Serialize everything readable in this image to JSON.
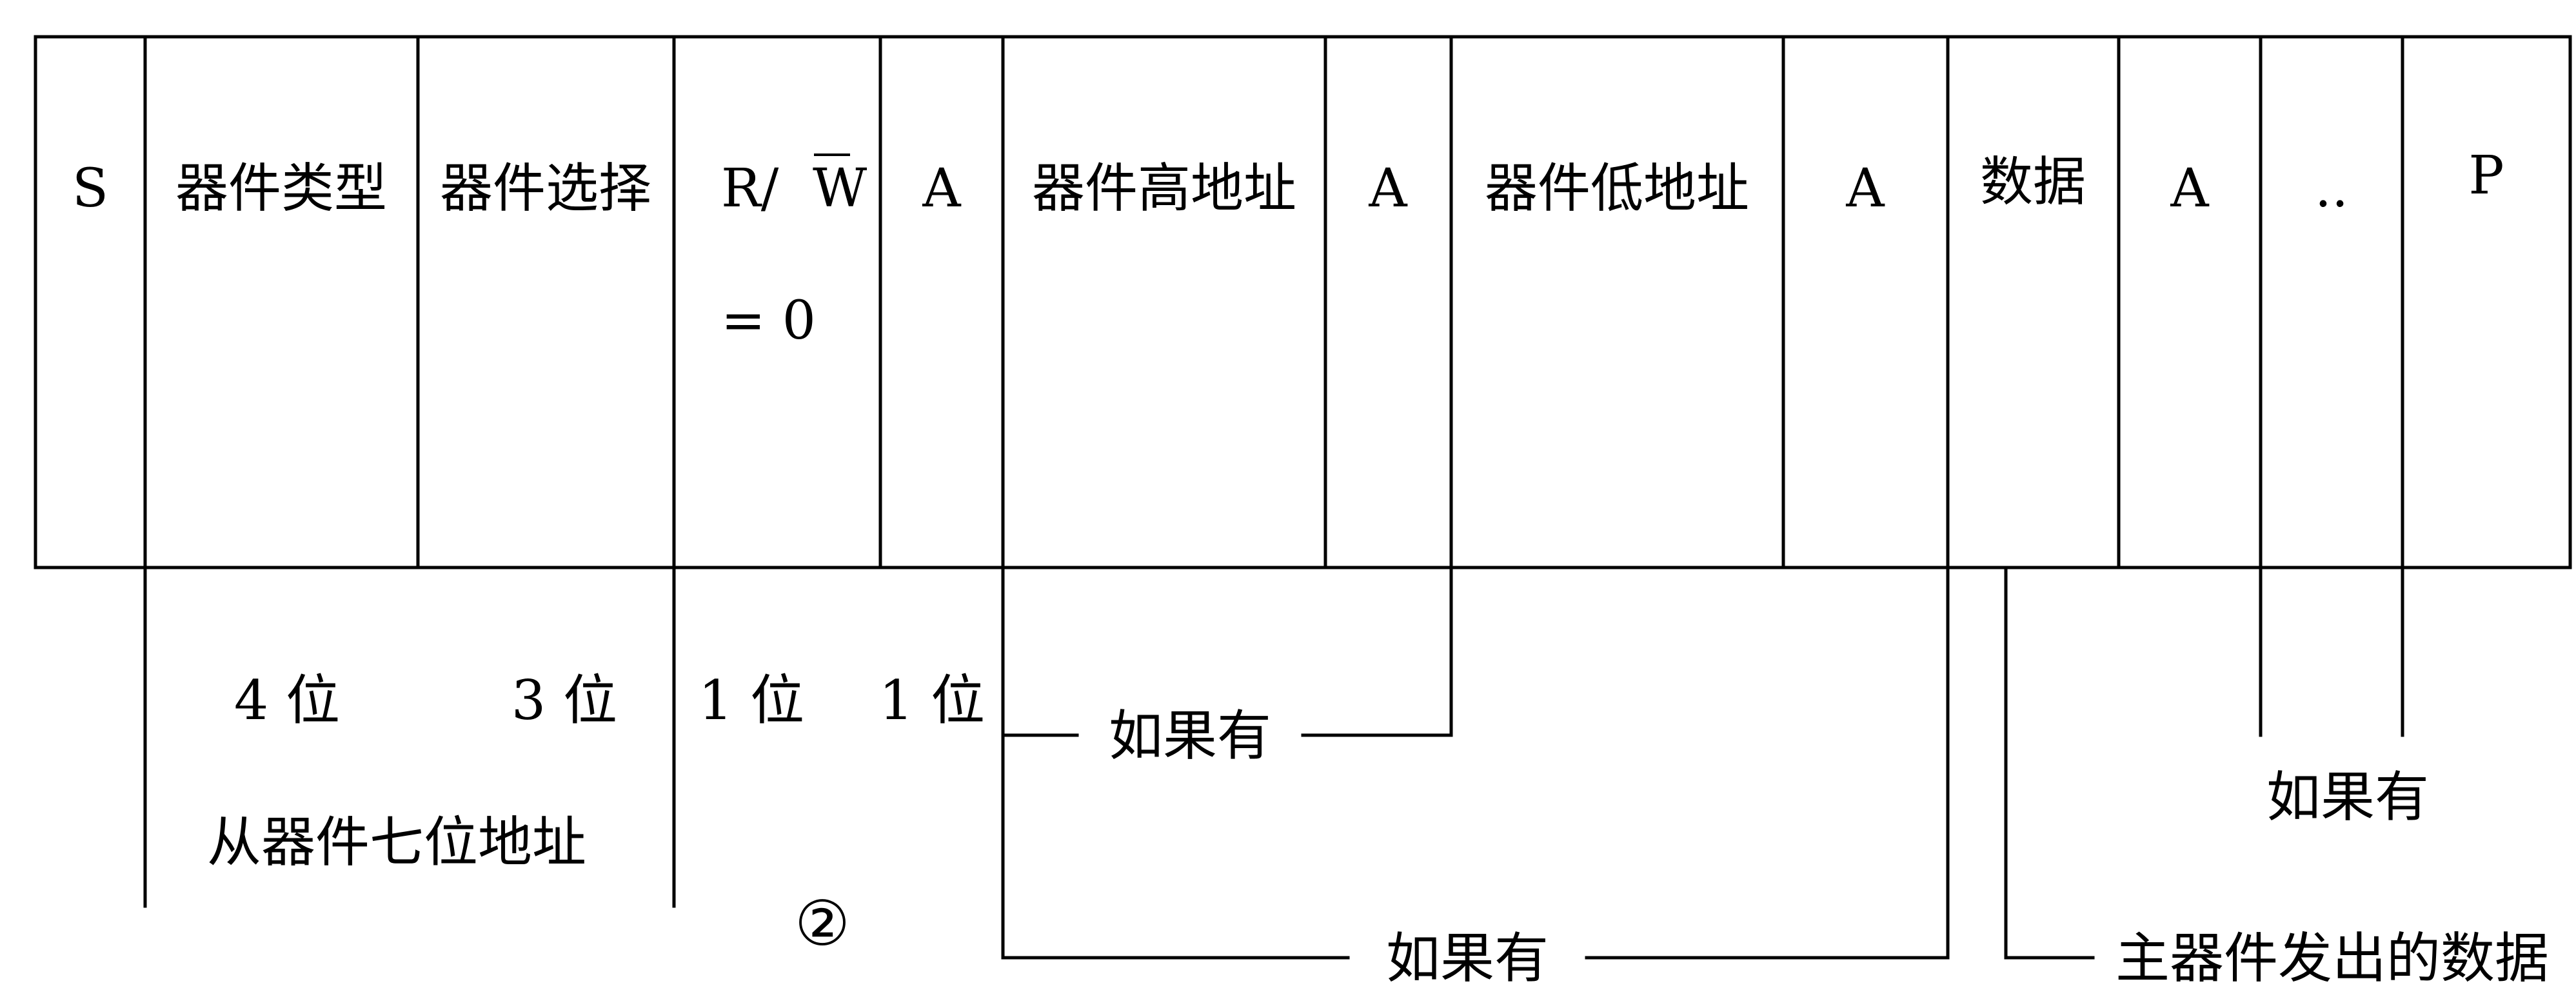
{
  "frame": {
    "cells": [
      {
        "id": "start",
        "text": "S"
      },
      {
        "id": "device-type",
        "text": "器件类型"
      },
      {
        "id": "device-select",
        "text": "器件选择"
      },
      {
        "id": "rw",
        "text_r": "R/",
        "text_w": "W",
        "text_eq": "= 0"
      },
      {
        "id": "ack-1",
        "text": "A"
      },
      {
        "id": "high-address",
        "text": "器件高地址"
      },
      {
        "id": "ack-2",
        "text": "A"
      },
      {
        "id": "low-address",
        "text": "器件低地址"
      },
      {
        "id": "ack-3",
        "text": "A"
      },
      {
        "id": "data",
        "text": "数据"
      },
      {
        "id": "ack-4",
        "text": "A"
      },
      {
        "id": "ellipsis",
        "text": ".."
      },
      {
        "id": "stop",
        "text": "P"
      }
    ]
  },
  "annotations": {
    "bits_4": "4 位",
    "bits_3": "3 位",
    "bits_1a": "1 位",
    "bits_1b": "1 位",
    "slave_address": "从器件七位地址",
    "if_present_high": "如果有",
    "if_present_low": "如果有",
    "if_present_more": "如果有",
    "master_data": "主器件发出的数据",
    "circled_number": "②"
  }
}
